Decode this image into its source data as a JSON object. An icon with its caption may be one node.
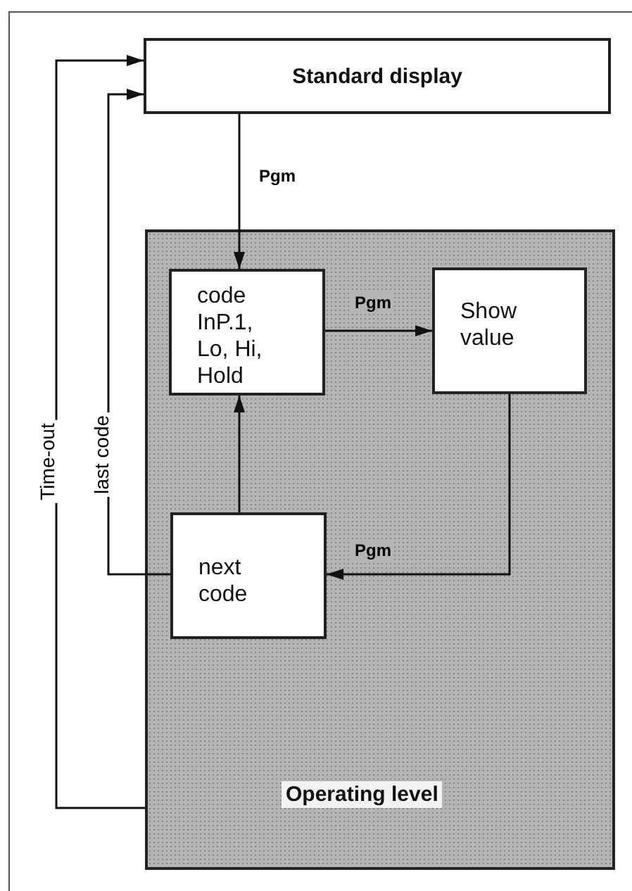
{
  "diagram": {
    "nodes": [
      {
        "text": [
          "Standard display"
        ]
      },
      {
        "text": [
          "Operating level"
        ]
      },
      {
        "text": [
          "code InP.1, Lo, Hi, Hold"
        ],
        "in": 1
      },
      {
        "text": [
          "Show value"
        ],
        "in": 1
      },
      {
        "text": [
          "next code"
        ],
        "in": 1
      }
    ],
    "edges": [
      {
        "from": 0,
        "to": 2,
        "arrow": "to",
        "label": "Pgm"
      },
      {
        "from": 2,
        "to": 3,
        "arrow": "to",
        "label": "Pgm"
      },
      {
        "from": 3,
        "to": 4,
        "arrow": "to",
        "label": "Pgm"
      },
      {
        "from": 4,
        "to": 2,
        "arrow": "to"
      },
      {
        "from": 4,
        "to": 0,
        "arrow": "to",
        "label": "last code"
      },
      {
        "from": 1,
        "to": 0,
        "arrow": "to",
        "label": "Time-out"
      }
    ]
  }
}
